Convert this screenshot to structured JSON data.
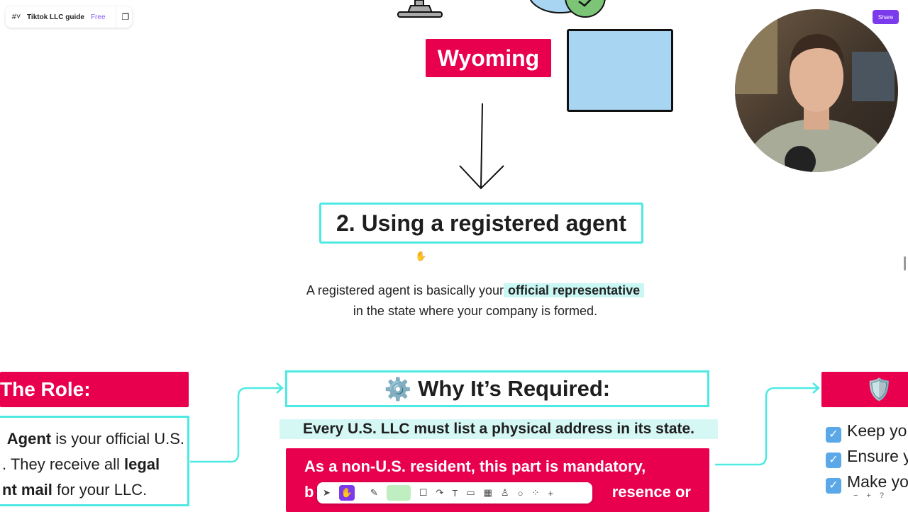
{
  "topbar": {
    "logo_icon": "figma-icon",
    "title": "Tiktok LLC guide",
    "plan": "Free"
  },
  "share_label": "Share",
  "canvas": {
    "state_label": "Wyoming",
    "section_title": "2. Using a registered agent",
    "intro_before": "A registered agent is basically your",
    "intro_highlight": "official representative",
    "intro_after": "in the state where your company is formed.",
    "role": {
      "title": "The Role:",
      "lines": [
        [
          "Agent",
          " is your official U.S."
        ],
        [
          ". They receive all ",
          "legal"
        ],
        [
          "nt mail",
          " for your LLC."
        ]
      ]
    },
    "why": {
      "icon": "⚙️",
      "title": "Why It’s Required:",
      "highlight": "Every U.S. LLC must list a physical address in its state.",
      "body_line1": "As a non-U.S. resident, this part is mandatory,",
      "body_line2_start": "b",
      "body_line2_end": "resence or"
    },
    "right": {
      "icon": "🛡️",
      "items": [
        "Keep yo",
        "Ensure y",
        "Make yo"
      ]
    }
  },
  "toolbar": [
    "cursor-icon",
    "hand-icon",
    "pen-icon",
    "highlighter-icon",
    "shape-icon",
    "text-icon",
    "sticky-icon",
    "table-icon",
    "stamp-icon",
    "comment-icon",
    "widgets-icon",
    "plus-icon"
  ],
  "zoom": {
    "minus": "−",
    "plus": "+",
    "help": "?"
  },
  "colors": {
    "accent": "#e8004f",
    "connector": "#4ee9e3",
    "brand": "#7c3aed",
    "highlight": "#c9f7f4"
  }
}
